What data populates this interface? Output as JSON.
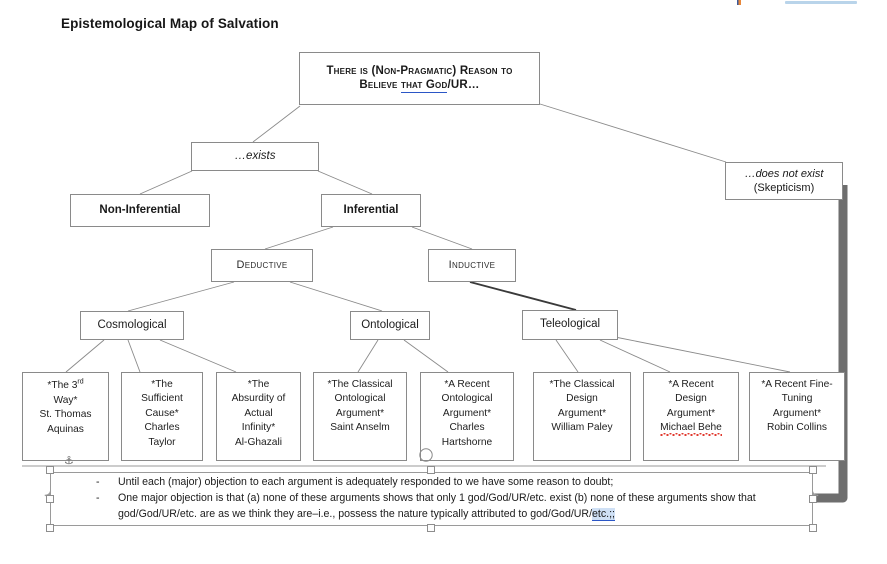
{
  "document": {
    "title": "Epistemological Map of Salvation"
  },
  "chrome": {
    "fragment_label": "window-chrome-fragment"
  },
  "diagram": {
    "root": {
      "line1": "There is (Non-Pragmatic) Reason to",
      "line2_pre": "Believe ",
      "line2_link": "that  God",
      "line2_post": "/UR…"
    },
    "branch_exists": "…exists",
    "branch_not_exists": {
      "line1": "…does not exist",
      "line2": "(Skepticism)"
    },
    "non_inferential": "Non-Inferential",
    "inferential": "Inferential",
    "deductive": "Deductive",
    "inductive": "Inductive",
    "categories": [
      {
        "id": "cosmological",
        "label": "Cosmological"
      },
      {
        "id": "ontological",
        "label": "Ontological"
      },
      {
        "id": "teleological",
        "label": "Teleological"
      }
    ],
    "arguments": [
      {
        "id": "third-way",
        "lines": [
          "*The 3rd",
          "Way*",
          "St. Thomas",
          "Aquinas"
        ]
      },
      {
        "id": "sufficient-cause",
        "lines": [
          "*The",
          "Sufficient",
          "Cause*",
          "Charles",
          "Taylor"
        ]
      },
      {
        "id": "actual-infinity",
        "lines": [
          "*The",
          "Absurdity of",
          "Actual",
          "Infinity*",
          "Al-Ghazali"
        ]
      },
      {
        "id": "classical-ontological",
        "lines": [
          "*The Classical",
          "Ontological",
          "Argument*",
          "Saint Anselm"
        ]
      },
      {
        "id": "recent-ontological",
        "lines": [
          "*A Recent",
          "Ontological",
          "Argument*",
          "Charles",
          "Hartshorne"
        ]
      },
      {
        "id": "classical-design",
        "lines": [
          "*The Classical",
          "Design",
          "Argument*",
          "William Paley"
        ]
      },
      {
        "id": "recent-design",
        "lines": [
          "*A Recent",
          "Design",
          "Argument*",
          "Michael Behe"
        ]
      },
      {
        "id": "fine-tuning",
        "lines": [
          "*A Recent Fine-",
          "Tuning",
          "Argument*",
          "Robin Collins"
        ]
      }
    ]
  },
  "note": {
    "bullet_marker": "-",
    "line1": "Until each (major) objection to each argument is adequately  responded to we have some reason to doubt;",
    "line2": "One major objection is that (a) none of these arguments shows that only 1 god/God/UR/etc.  exist (b) none of these arguments show that",
    "line3_pre": "god/God/UR/etc.  are as we think they are–i.e., possess the nature typically attributed to god/God/UR/",
    "line3_sel": "etc.;;"
  },
  "colors": {
    "box_border": "#8a8a8a",
    "text": "#1a1a1a",
    "link_underline": "#2b56c6",
    "spellcheck": "#e03a2f",
    "skepticism_arrow": "#6e6e6e",
    "selection_highlight": "#cfe0f5",
    "handle_fill": "#fdfdfd"
  }
}
